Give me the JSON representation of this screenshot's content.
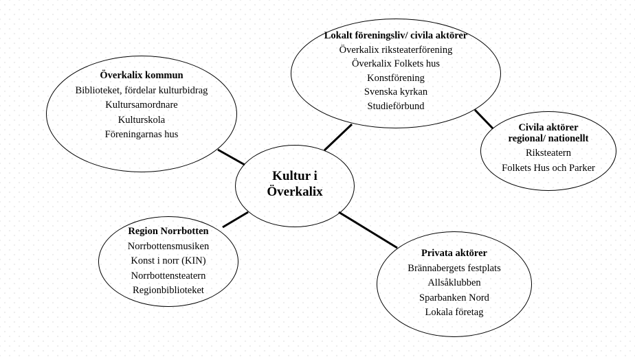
{
  "diagram": {
    "center": {
      "title": "Kultur i\nÖverkalix"
    },
    "nodes": {
      "kommun": {
        "title": "Överkalix kommun",
        "items": [
          "Biblioteket, fördelar kulturbidrag",
          "Kultursamordnare",
          "Kulturskola",
          "Föreningarnas hus"
        ]
      },
      "lokalt": {
        "title": "Lokalt föreningsliv/ civila aktörer",
        "items": [
          "Överkalix riksteaterförening",
          "Överkalix Folkets hus",
          "Konstförening",
          "Svenska kyrkan",
          "Studieförbund"
        ]
      },
      "civila": {
        "title": "Civila aktörer\nregional/ nationellt",
        "items": [
          "Riksteatern",
          "Folkets Hus och Parker"
        ]
      },
      "region": {
        "title": "Region Norrbotten",
        "items": [
          "Norrbottensmusiken",
          "Konst i norr (KIN)",
          "Norrbottensteatern",
          "Regionbiblioteket"
        ]
      },
      "privata": {
        "title": "Privata aktörer",
        "items": [
          "Brännabergets festplats",
          "Allsåklubben",
          "Sparbanken Nord",
          "Lokala företag"
        ]
      }
    },
    "colors": {
      "stroke": "#000000",
      "text": "#000000",
      "background": "#ffffff",
      "dot": "#ededed"
    }
  }
}
